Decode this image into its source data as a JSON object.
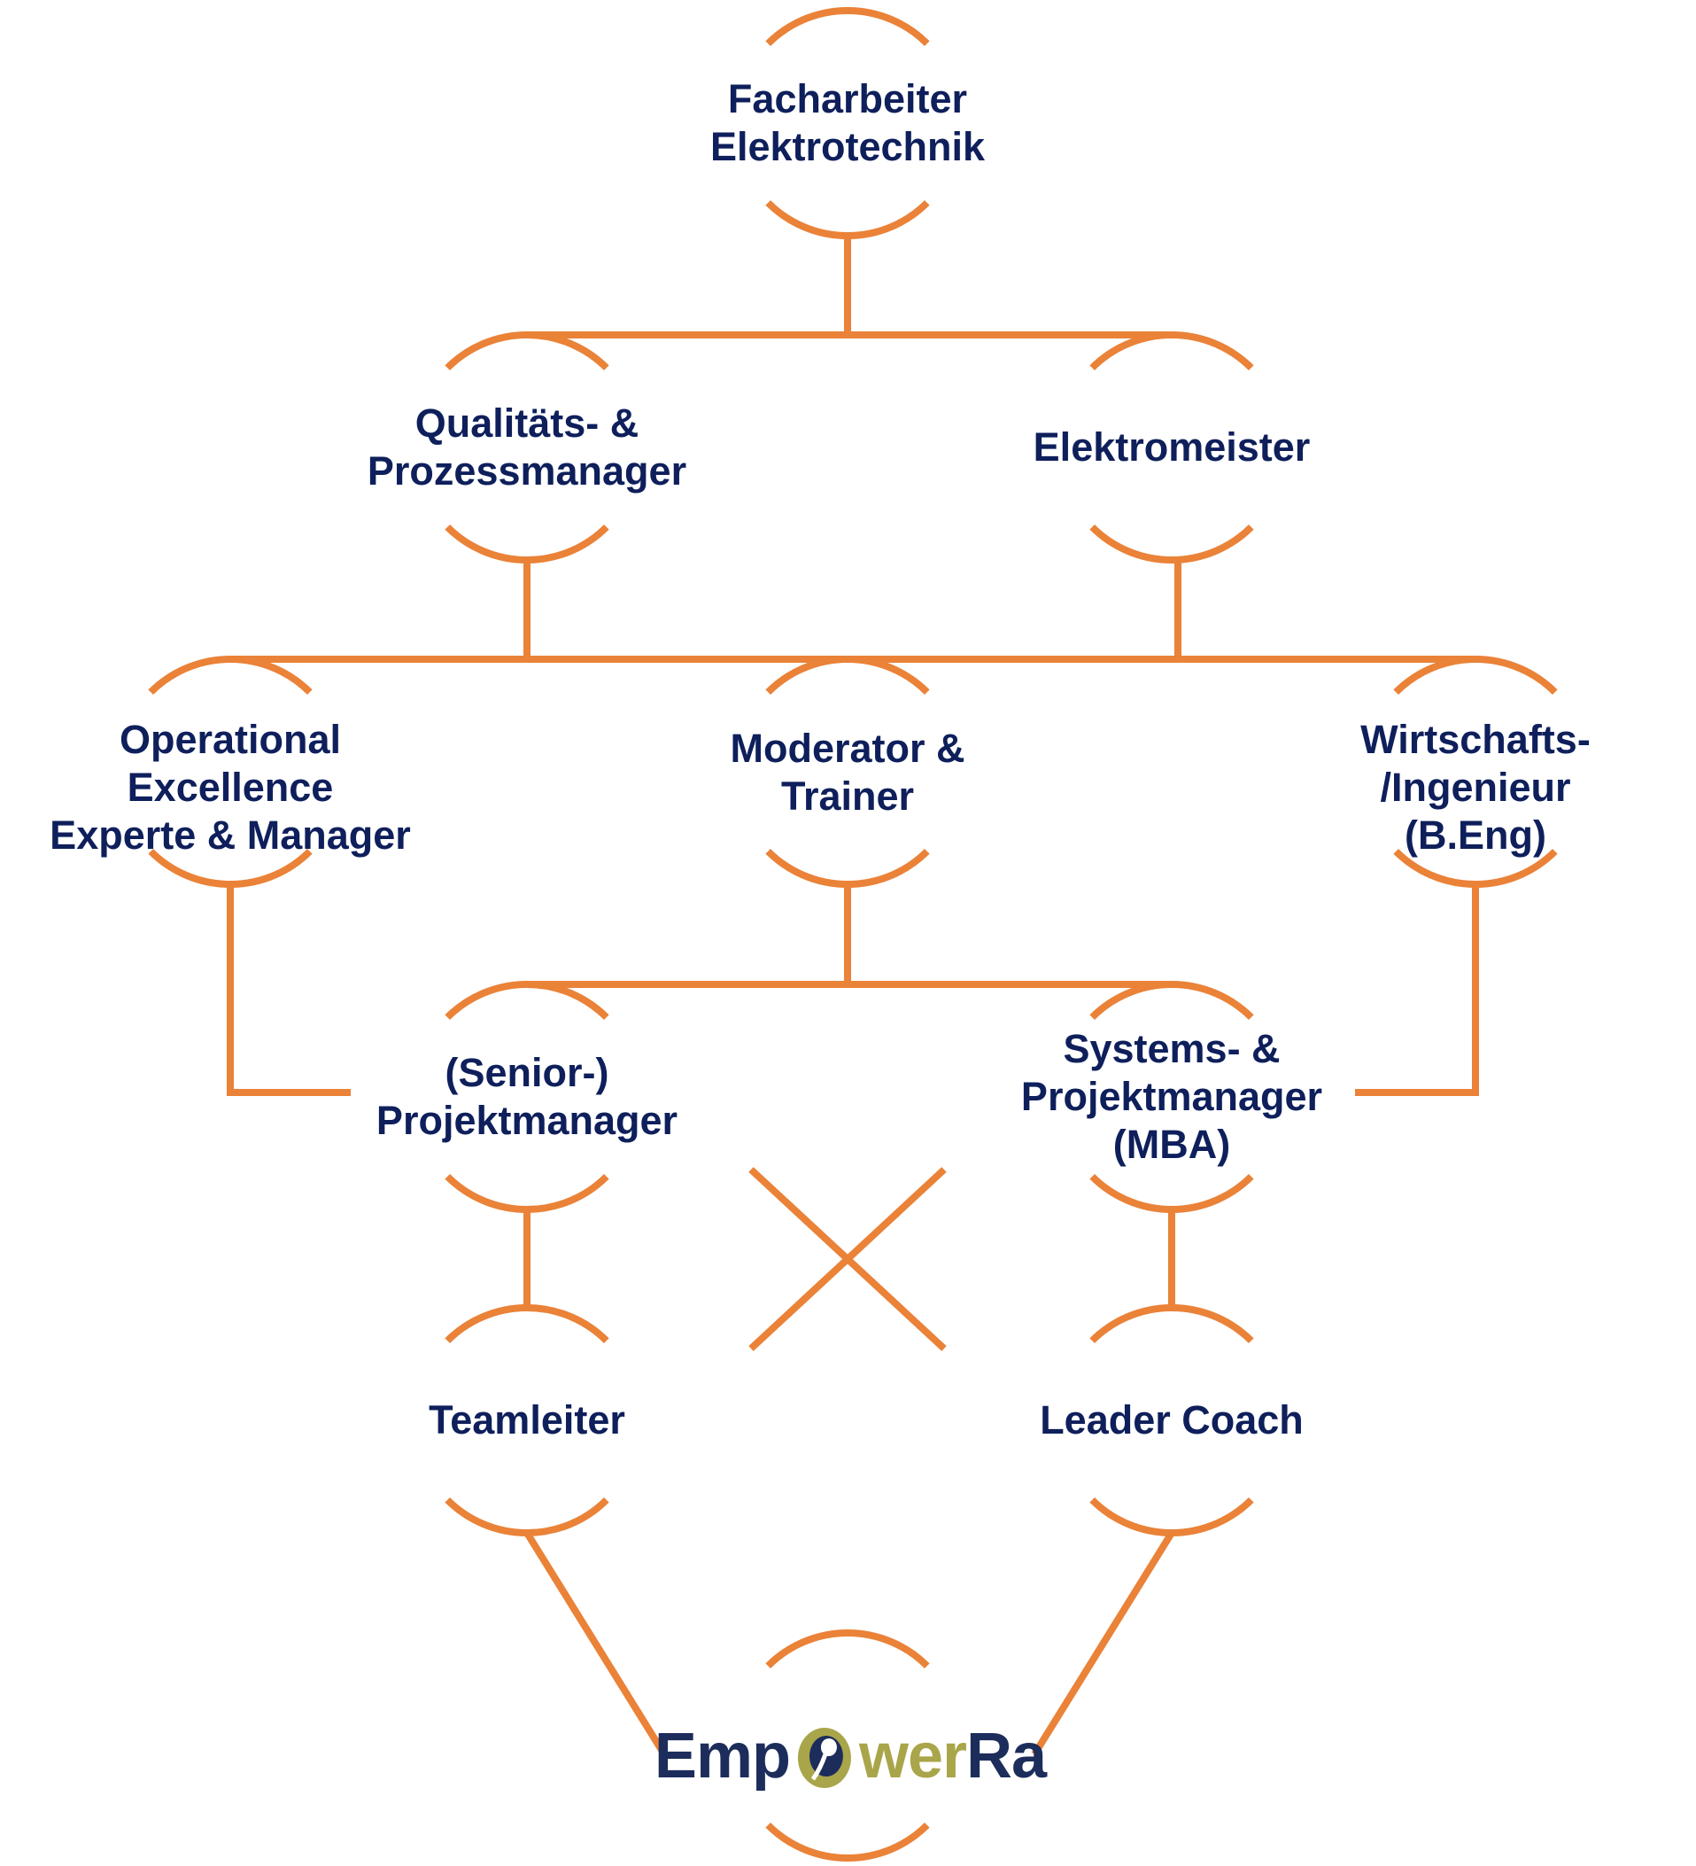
{
  "colors": {
    "line": "#ea8238",
    "text": "#0e1f5b",
    "logo_dark": "#1c2d5c",
    "logo_olive": "#a9a54a"
  },
  "nodes": [
    {
      "id": "facharbeiter",
      "lines": [
        "Facharbeiter",
        "Elektrotechnik"
      ]
    },
    {
      "id": "qualitaet",
      "lines": [
        "Qualitäts- &",
        "Prozessmanager"
      ]
    },
    {
      "id": "elektromeister",
      "lines": [
        "Elektromeister"
      ]
    },
    {
      "id": "opex",
      "lines": [
        "Operational",
        "Excellence",
        "Experte & Manager"
      ]
    },
    {
      "id": "moderator",
      "lines": [
        "Moderator &",
        "Trainer"
      ]
    },
    {
      "id": "wirtschafts",
      "lines": [
        "Wirtschafts-",
        "/Ingenieur",
        "(B.Eng)"
      ]
    },
    {
      "id": "senior",
      "lines": [
        "(Senior-)",
        "Projektmanager"
      ]
    },
    {
      "id": "systems",
      "lines": [
        "Systems- &",
        "Projektmanager",
        "(MBA)"
      ]
    },
    {
      "id": "teamleiter",
      "lines": [
        "Teamleiter"
      ]
    },
    {
      "id": "leader",
      "lines": [
        "Leader Coach"
      ]
    }
  ],
  "logo": {
    "part1": "Emp",
    "part2": "wer",
    "part3": "Ra",
    "icon": "o-ring-logo-icon"
  }
}
